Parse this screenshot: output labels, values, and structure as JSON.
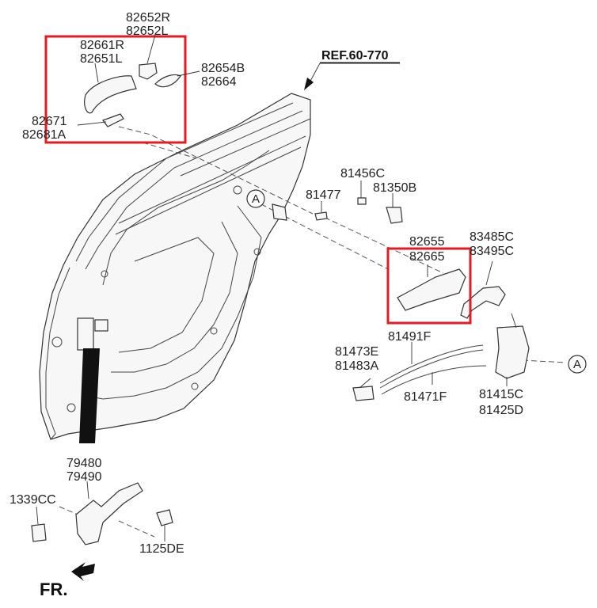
{
  "reference": "REF.60-770",
  "direction_label": "FR.",
  "callout_letter": "A",
  "highlight_color": "#e31b23",
  "part_numbers": {
    "outer_cap": [
      "82652R",
      "82652L"
    ],
    "outside_handle": [
      "82661R",
      "82651L"
    ],
    "handle_gasket": [
      "82654B",
      "82664"
    ],
    "handle_pad": [
      "82671",
      "82681A"
    ],
    "screw_81477": [
      "81477"
    ],
    "striker_bolt": [
      "81456C"
    ],
    "striker": [
      "81350B"
    ],
    "handle_base": [
      "82655",
      "82665"
    ],
    "lock_rod": [
      "83485C",
      "83495C"
    ],
    "inside_cable": [
      "81491F"
    ],
    "inside_handle_clip": [
      "81473E",
      "81483A"
    ],
    "cable": [
      "81471F"
    ],
    "latch_assy": [
      "81415C",
      "81425D"
    ],
    "checker": [
      "79480",
      "79490"
    ],
    "nut": [
      "1339CC"
    ],
    "bolt": [
      "1125DE"
    ]
  }
}
